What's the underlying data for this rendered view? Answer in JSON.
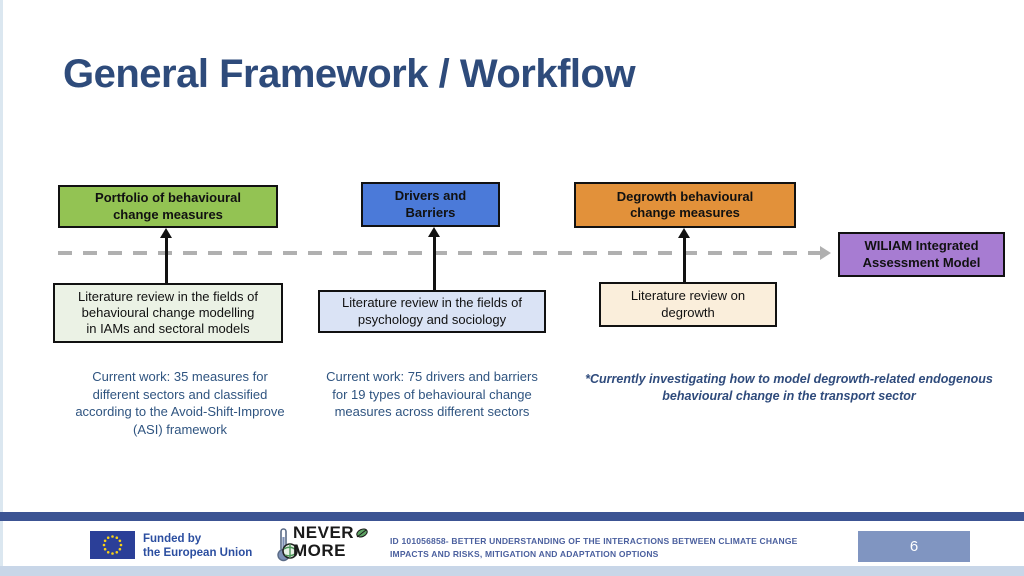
{
  "slide": {
    "title": "General Framework / Workflow"
  },
  "colors": {
    "title_text": "#2E4B7B",
    "box_green": "#93C353",
    "box_blue": "#4B7AD9",
    "box_orange": "#E2913A",
    "box_purple": "#A77CD2",
    "box_light_green": "#EBF2E5",
    "box_light_blue": "#DAE3F5",
    "box_cream": "#FAEEDB",
    "dashed_line_gray": "#B0B0B0",
    "note_text": "#2F5480",
    "footer_bar_blue": "#3C5493",
    "page_box_blue": "#8095C1",
    "footer_strip_blue": "#C8D6E8",
    "footer_text_blue": "#4A5F9E",
    "eu_flag_blue": "#2B3F98",
    "eu_star_yellow": "#F7D117"
  },
  "diagram": {
    "top_boxes": [
      {
        "label": "Portfolio of behavioural\nchange measures",
        "bg": "#93C353"
      },
      {
        "label": "Drivers and\nBarriers",
        "bg": "#4B7AD9"
      },
      {
        "label": "Degrowth behavioural\nchange measures",
        "bg": "#E2913A"
      },
      {
        "label": "WILIAM Integrated\nAssessment Model",
        "bg": "#A77CD2"
      }
    ],
    "source_boxes": [
      {
        "label": "Literature review in the fields of\nbehavioural change modelling\nin IAMs and sectoral models",
        "bg": "#EBF2E5"
      },
      {
        "label": "Literature review in the fields of\npsychology and sociology",
        "bg": "#DAE3F5"
      },
      {
        "label": "Literature review on\ndegrowth",
        "bg": "#FAEEDB"
      }
    ],
    "notes": [
      "Current work: 35 measures for\ndifferent sectors and classified\naccording to the Avoid-Shift-Improve\n(ASI) framework",
      "Current work: 75 drivers and barriers\nfor 19 types of behavioural change\nmeasures across different sectors",
      "*Currently investigating how to model degrowth-related endogenous\nbehavioural change in the transport sector"
    ]
  },
  "footer": {
    "eu_funding_label": "Funded by\nthe European Union",
    "logo_line1": "NEVER",
    "logo_line2": "MORE",
    "project_id_text": "ID 101056858- BETTER UNDERSTANDING OF THE INTERACTIONS BETWEEN CLIMATE CHANGE\nIMPACTS AND RISKS, MITIGATION AND ADAPTATION OPTIONS",
    "page_number": "6"
  }
}
